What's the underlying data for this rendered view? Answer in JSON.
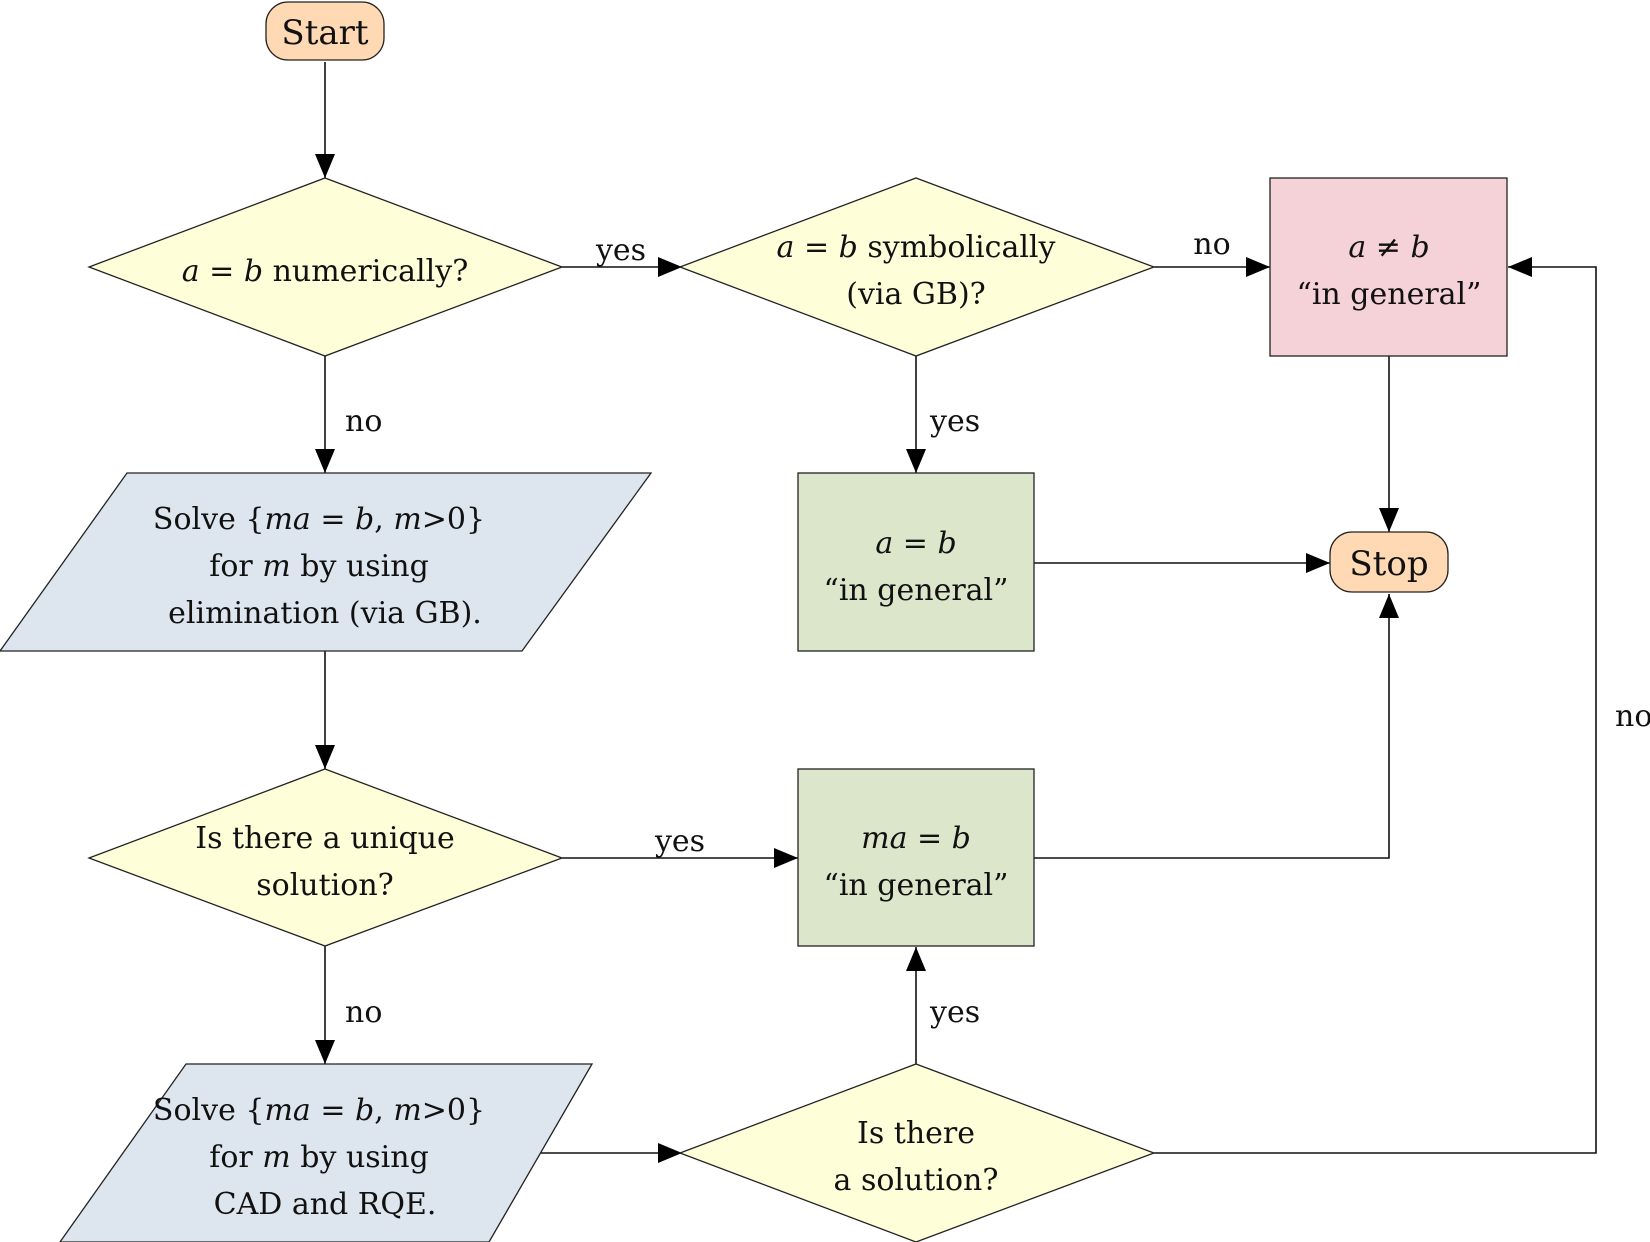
{
  "colors": {
    "terminal": "#ffd9b3",
    "decision": "#fefed9",
    "io": "#dde6ef",
    "result_true": "#dce6cb",
    "result_false": "#f5d1d8",
    "stroke": "#222222"
  },
  "nodes": {
    "start": {
      "label": "Start"
    },
    "stop": {
      "label": "Stop"
    },
    "numeric": {
      "a": "a",
      "eq": " = ",
      "b": "b",
      "rest": " numerically?"
    },
    "symbolic": {
      "a": "a",
      "eq": " = ",
      "b": "b",
      "rest": " symbolically",
      "line2": "(via GB)?"
    },
    "neq": {
      "a": "a",
      "op": " ≠ ",
      "b": "b",
      "line2": "“in general”"
    },
    "eq_general": {
      "a": "a",
      "op": " = ",
      "b": "b",
      "line2": "“in general”"
    },
    "solve_gb": {
      "l1_pre": "Solve {",
      "l1_m": "m",
      "l1_a": "a",
      "l1_eq": " = ",
      "l1_b": "b",
      "l1_sep": ", ",
      "l1_m2": "m",
      "l1_post": ">0}",
      "l2_pre": "for ",
      "l2_m": "m",
      "l2_post": " by using",
      "line3": "elimination (via GB)."
    },
    "unique": {
      "line1": "Is there a unique",
      "line2": "solution?"
    },
    "mab": {
      "m": "m",
      "a": "a",
      "op": " = ",
      "b": "b",
      "line2": "“in general”"
    },
    "solve_cad": {
      "l1_pre": "Solve {",
      "l1_m": "m",
      "l1_a": "a",
      "l1_eq": " = ",
      "l1_b": "b",
      "l1_sep": ", ",
      "l1_m2": "m",
      "l1_post": ">0}",
      "l2_pre": "for ",
      "l2_m": "m",
      "l2_post": " by using",
      "line3": "CAD and RQE."
    },
    "exists": {
      "line1": "Is there",
      "line2": "a solution?"
    }
  },
  "edges": {
    "numeric_yes": "yes",
    "numeric_no": "no",
    "symbolic_no": "no",
    "symbolic_yes": "yes",
    "unique_yes": "yes",
    "unique_no": "no",
    "exists_yes": "yes",
    "exists_no": "no"
  }
}
